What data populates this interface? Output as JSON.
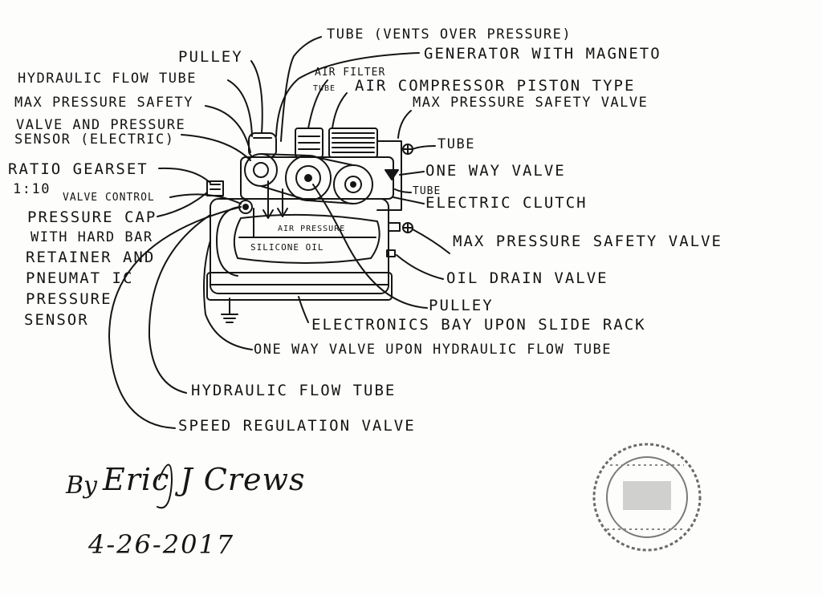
{
  "labels": {
    "tube_vents": "TUBE (VENTS OVER PRESSURE)",
    "generator": "GENERATOR WITH MAGNETO",
    "pulley_top": "PULLEY",
    "air_filter": "AIR FILTER",
    "tube_small": "TUBE",
    "air_compressor": "AIR COMPRESSOR  PISTON TYPE",
    "hydraulic_flow_tube_top": "HYDRAULIC FLOW TUBE",
    "max_pressure_safety_1": "MAX PRESSURE SAFETY",
    "max_pressure_safety_valve_top": "MAX PRESSURE SAFETY VALVE",
    "valve_and_pressure": "VALVE  AND PRESSURE",
    "sensor_electric": "SENSOR (ELECTRIC)",
    "tube_right": "TUBE",
    "ratio_gear_set": "RATIO GEARSET",
    "ratio": "1:10",
    "one_way_valve_right": "ONE WAY VALVE",
    "valve_control": "VALVE CONTROL",
    "tube_right_2": "TUBE",
    "electric_clutch": "ELECTRIC CLUTCH",
    "pressure_cap": "PRESSURE CAP",
    "with_hard_bar": "WITH HARD BAR",
    "retainer_and": "RETAINER AND",
    "pneumatic": "PNEUMAT IC",
    "pressure": "PRESSURE",
    "sensor": "SENSOR",
    "air_pressure": "AIR PRESSURE",
    "silicone_oil": "SILICONE OIL",
    "max_pressure_safety_valve_mid": "MAX PRESSURE SAFETY VALVE",
    "oil_drain_valve": "OIL DRAIN VALVE",
    "pulley_bottom": "PULLEY",
    "electronics_bay": "ELECTRONICS BAY UPON SLIDE RACK",
    "one_way_valve_hydraulic": "ONE WAY VALVE UPON HYDRAULIC FLOW TUBE",
    "hydraulic_flow_tube_bottom": "HYDRAULIC FLOW TUBE",
    "speed_regulation_valve": "SPEED REGULATION VALVE"
  },
  "signature": {
    "by": "By",
    "name": "Eric J Crews",
    "date": "4-26-2017"
  },
  "ink_color": "#141414"
}
